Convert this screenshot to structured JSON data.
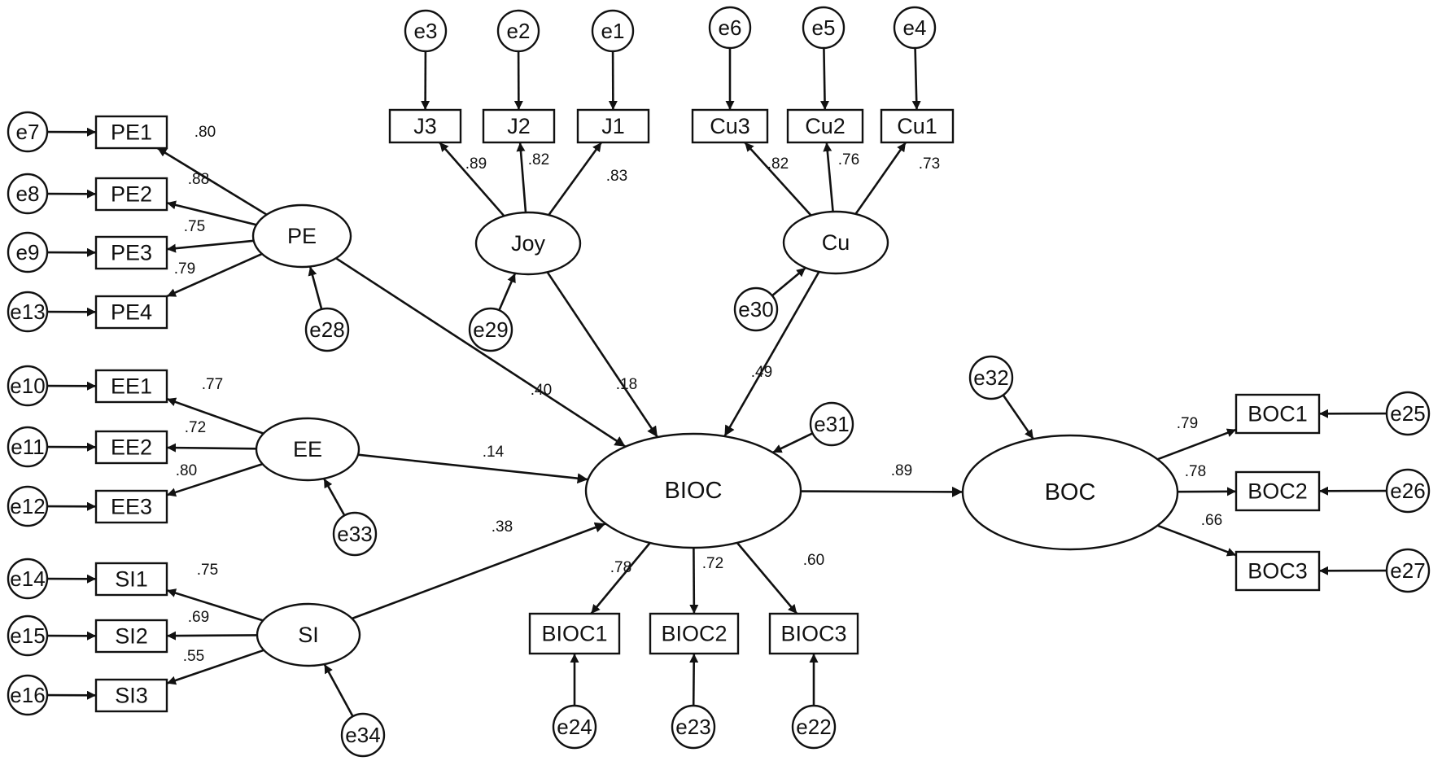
{
  "latents": [
    {
      "id": "PE",
      "label": "PE"
    },
    {
      "id": "Joy",
      "label": "Joy"
    },
    {
      "id": "Cu",
      "label": "Cu"
    },
    {
      "id": "EE",
      "label": "EE"
    },
    {
      "id": "SI",
      "label": "SI"
    },
    {
      "id": "BIOC",
      "label": "BIOC"
    },
    {
      "id": "BOC",
      "label": "BOC"
    }
  ],
  "indicators": [
    {
      "id": "PE1",
      "label": "PE1"
    },
    {
      "id": "PE2",
      "label": "PE2"
    },
    {
      "id": "PE3",
      "label": "PE3"
    },
    {
      "id": "PE4",
      "label": "PE4"
    },
    {
      "id": "EE1",
      "label": "EE1"
    },
    {
      "id": "EE2",
      "label": "EE2"
    },
    {
      "id": "EE3",
      "label": "EE3"
    },
    {
      "id": "SI1",
      "label": "SI1"
    },
    {
      "id": "SI2",
      "label": "SI2"
    },
    {
      "id": "SI3",
      "label": "SI3"
    },
    {
      "id": "J3",
      "label": "J3"
    },
    {
      "id": "J2",
      "label": "J2"
    },
    {
      "id": "J1",
      "label": "J1"
    },
    {
      "id": "Cu3",
      "label": "Cu3"
    },
    {
      "id": "Cu2",
      "label": "Cu2"
    },
    {
      "id": "Cu1",
      "label": "Cu1"
    },
    {
      "id": "BIOC1",
      "label": "BIOC1"
    },
    {
      "id": "BIOC2",
      "label": "BIOC2"
    },
    {
      "id": "BIOC3",
      "label": "BIOC3"
    },
    {
      "id": "BOC1",
      "label": "BOC1"
    },
    {
      "id": "BOC2",
      "label": "BOC2"
    },
    {
      "id": "BOC3",
      "label": "BOC3"
    }
  ],
  "errors": [
    {
      "id": "e1",
      "label": "e1",
      "target": "J1"
    },
    {
      "id": "e2",
      "label": "e2",
      "target": "J2"
    },
    {
      "id": "e3",
      "label": "e3",
      "target": "J3"
    },
    {
      "id": "e4",
      "label": "e4",
      "target": "Cu1"
    },
    {
      "id": "e5",
      "label": "e5",
      "target": "Cu2"
    },
    {
      "id": "e6",
      "label": "e6",
      "target": "Cu3"
    },
    {
      "id": "e7",
      "label": "e7",
      "target": "PE1"
    },
    {
      "id": "e8",
      "label": "e8",
      "target": "PE2"
    },
    {
      "id": "e9",
      "label": "e9",
      "target": "PE3"
    },
    {
      "id": "e13",
      "label": "e13",
      "target": "PE4"
    },
    {
      "id": "e10",
      "label": "e10",
      "target": "EE1"
    },
    {
      "id": "e11",
      "label": "e11",
      "target": "EE2"
    },
    {
      "id": "e12",
      "label": "e12",
      "target": "EE3"
    },
    {
      "id": "e14",
      "label": "e14",
      "target": "SI1"
    },
    {
      "id": "e15",
      "label": "e15",
      "target": "SI2"
    },
    {
      "id": "e16",
      "label": "e16",
      "target": "SI3"
    },
    {
      "id": "e28",
      "label": "e28",
      "target": "PE"
    },
    {
      "id": "e29",
      "label": "e29",
      "target": "Joy"
    },
    {
      "id": "e30",
      "label": "e30",
      "target": "Cu"
    },
    {
      "id": "e33",
      "label": "e33",
      "target": "EE"
    },
    {
      "id": "e34",
      "label": "e34",
      "target": "SI"
    },
    {
      "id": "e31",
      "label": "e31",
      "target": "BIOC"
    },
    {
      "id": "e32",
      "label": "e32",
      "target": "BOC"
    },
    {
      "id": "e24",
      "label": "e24",
      "target": "BIOC1"
    },
    {
      "id": "e23",
      "label": "e23",
      "target": "BIOC2"
    },
    {
      "id": "e22",
      "label": "e22",
      "target": "BIOC3"
    },
    {
      "id": "e25",
      "label": "e25",
      "target": "BOC1"
    },
    {
      "id": "e26",
      "label": "e26",
      "target": "BOC2"
    },
    {
      "id": "e27",
      "label": "e27",
      "target": "BOC3"
    }
  ],
  "paths": [
    {
      "from": "PE",
      "to": "PE1",
      "coef": ".80"
    },
    {
      "from": "PE",
      "to": "PE2",
      "coef": ".88"
    },
    {
      "from": "PE",
      "to": "PE3",
      "coef": ".75"
    },
    {
      "from": "PE",
      "to": "PE4",
      "coef": ".79"
    },
    {
      "from": "EE",
      "to": "EE1",
      "coef": ".77"
    },
    {
      "from": "EE",
      "to": "EE2",
      "coef": ".72"
    },
    {
      "from": "EE",
      "to": "EE3",
      "coef": ".80"
    },
    {
      "from": "SI",
      "to": "SI1",
      "coef": ".75"
    },
    {
      "from": "SI",
      "to": "SI2",
      "coef": ".69"
    },
    {
      "from": "SI",
      "to": "SI3",
      "coef": ".55"
    },
    {
      "from": "Joy",
      "to": "J3",
      "coef": ".89"
    },
    {
      "from": "Joy",
      "to": "J2",
      "coef": ".82"
    },
    {
      "from": "Joy",
      "to": "J1",
      "coef": ".83"
    },
    {
      "from": "Cu",
      "to": "Cu3",
      "coef": ".82"
    },
    {
      "from": "Cu",
      "to": "Cu2",
      "coef": ".76"
    },
    {
      "from": "Cu",
      "to": "Cu1",
      "coef": ".73"
    },
    {
      "from": "PE",
      "to": "BIOC",
      "coef": ".40"
    },
    {
      "from": "Joy",
      "to": "BIOC",
      "coef": ".18"
    },
    {
      "from": "Cu",
      "to": "BIOC",
      "coef": ".49"
    },
    {
      "from": "EE",
      "to": "BIOC",
      "coef": ".14"
    },
    {
      "from": "SI",
      "to": "BIOC",
      "coef": ".38"
    },
    {
      "from": "BIOC",
      "to": "BOC",
      "coef": ".89"
    },
    {
      "from": "BIOC",
      "to": "BIOC1",
      "coef": ".78"
    },
    {
      "from": "BIOC",
      "to": "BIOC2",
      "coef": ".72"
    },
    {
      "from": "BIOC",
      "to": "BIOC3",
      "coef": ".60"
    },
    {
      "from": "BOC",
      "to": "BOC1",
      "coef": ".79"
    },
    {
      "from": "BOC",
      "to": "BOC2",
      "coef": ".78"
    },
    {
      "from": "BOC",
      "to": "BOC3",
      "coef": ".66"
    }
  ]
}
